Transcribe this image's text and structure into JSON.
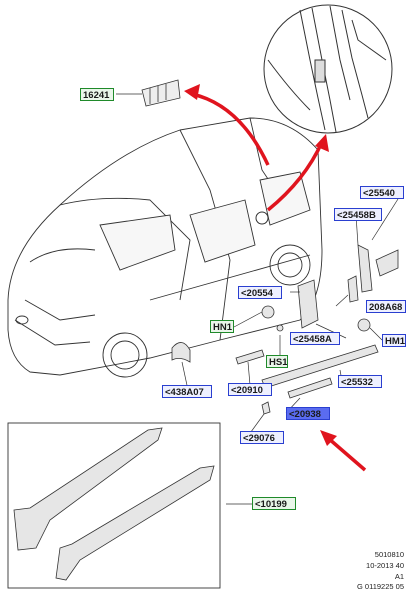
{
  "diagram": {
    "labels": {
      "l16241": "16241",
      "l25540": "<25540",
      "l25458b": "<25458B",
      "l20554": "<20554",
      "l208a6": "208A68",
      "hn1_left": "HN1",
      "hn1_right": "HM1",
      "l25458a": "<25458A",
      "hs1": "HS1",
      "l438a07": "<438A07",
      "l20910": "<20910",
      "l25532": "<25532",
      "l20938": "<20938",
      "l29076": "<29076",
      "l10199": "<10199"
    },
    "footer": {
      "line1": "5010810",
      "line2": "10-2013 40",
      "line3": "A1",
      "line4": "G 0119225 05"
    },
    "colors": {
      "arrow_red": "#e0141e",
      "tag_green": "#1f8a2a",
      "tag_blue": "#2a3fd0",
      "line": "#333333"
    }
  }
}
